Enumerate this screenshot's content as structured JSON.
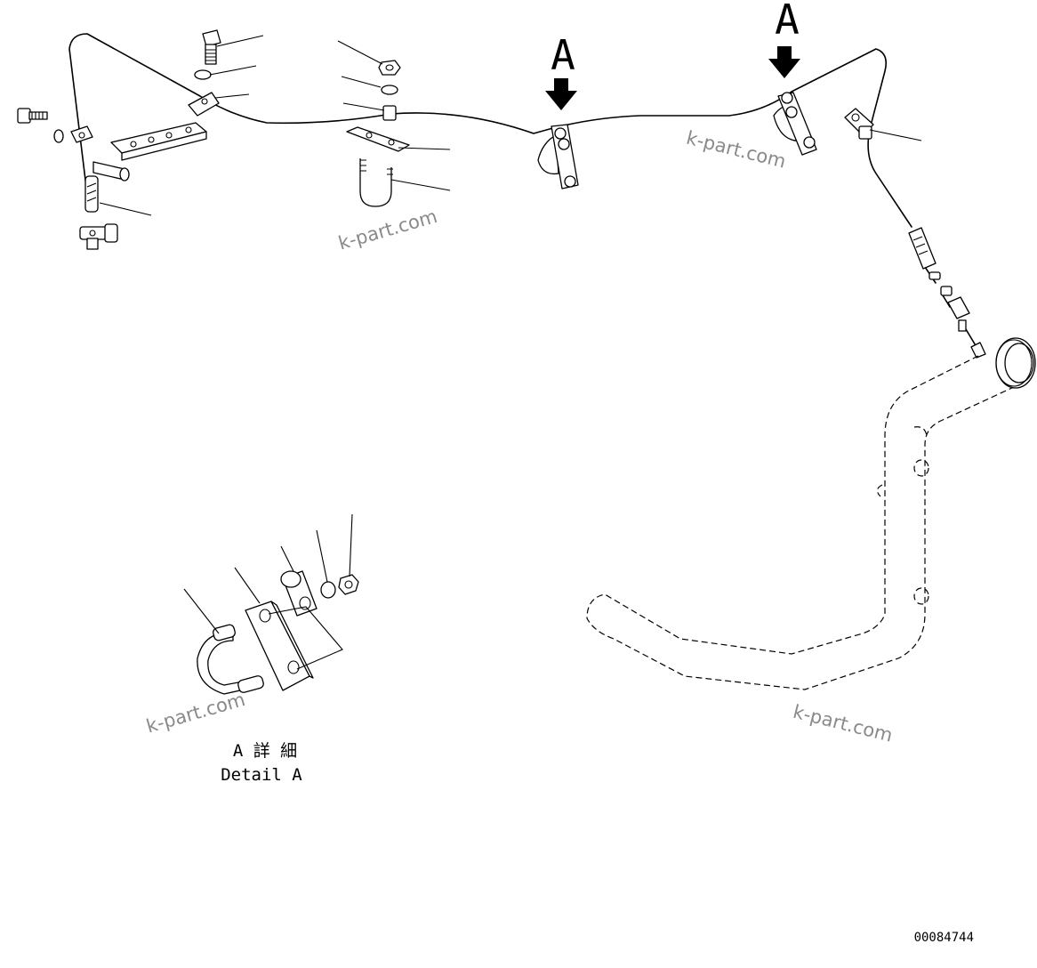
{
  "view_labels": {
    "arrow_1": "A",
    "arrow_2": "A"
  },
  "detail": {
    "title_jp": "A 詳 細",
    "title_en": "Detail A"
  },
  "drawing_number": "00084744",
  "watermark": "k-part.com"
}
